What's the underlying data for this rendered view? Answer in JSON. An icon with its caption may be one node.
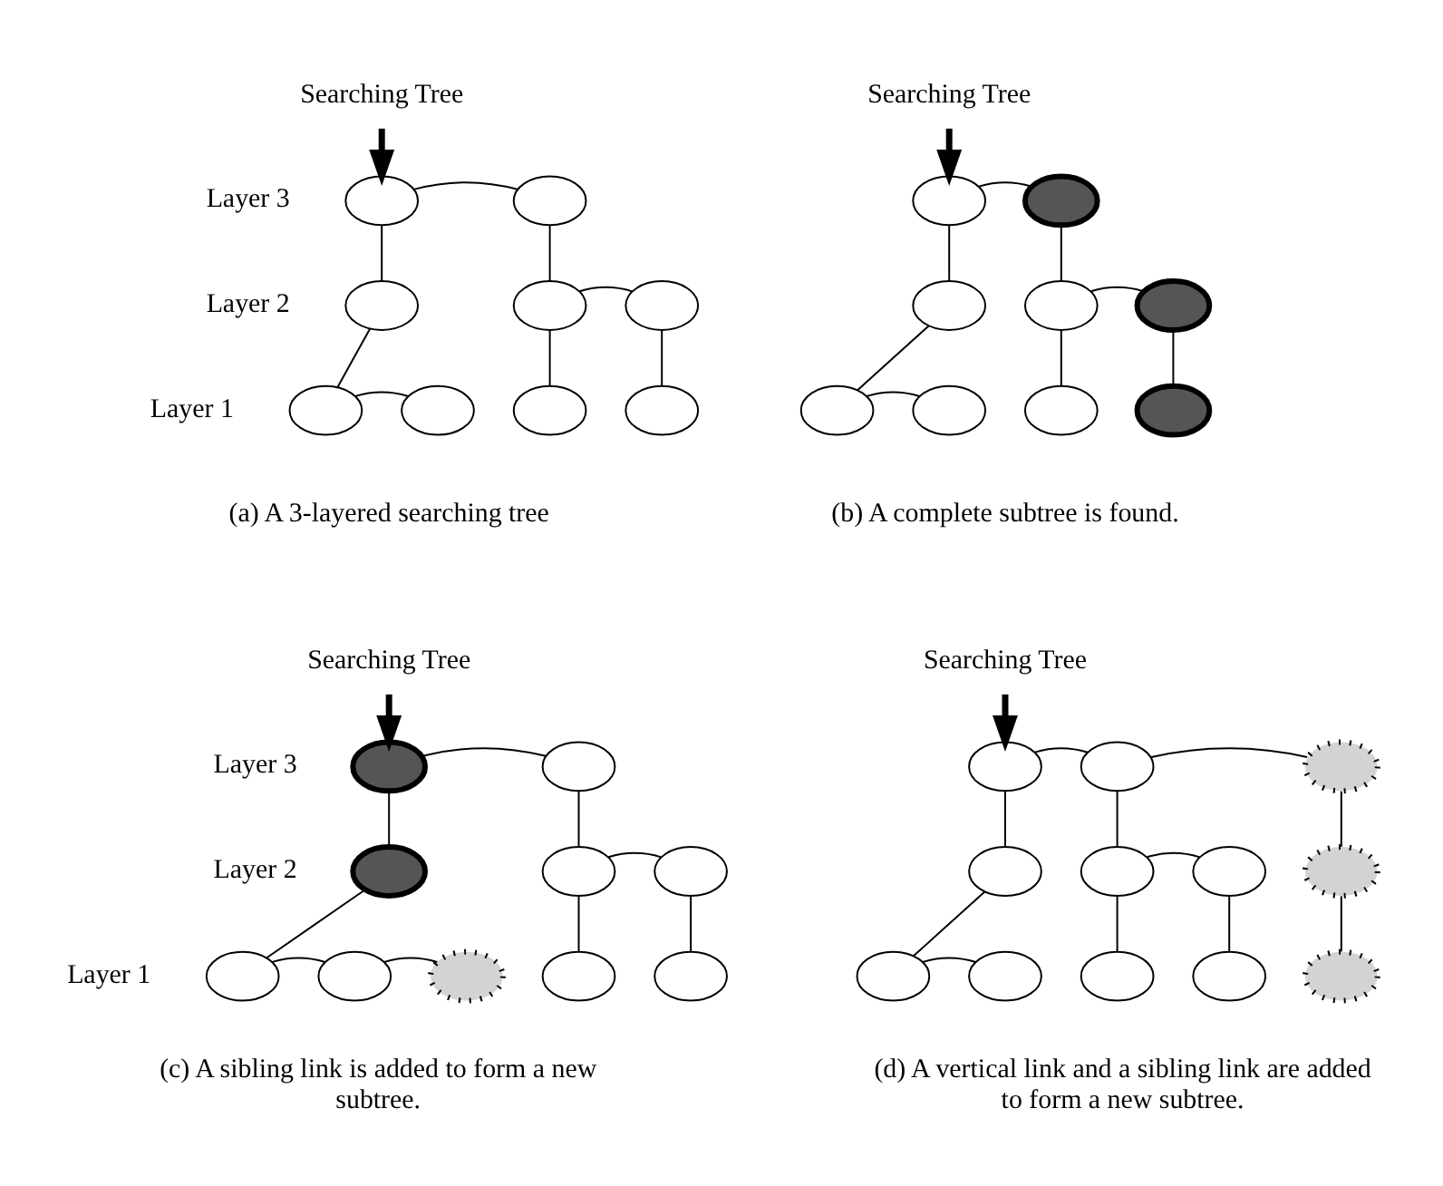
{
  "diagram": {
    "nodes": [
      {
        "text": [
          "Searching Tree"
        ]
      },
      {
        "text": [],
        "shape": "ellipse"
      },
      {
        "text": [],
        "shape": "ellipse"
      },
      {
        "text": [],
        "shape": "ellipse"
      },
      {
        "text": [],
        "shape": "ellipse"
      },
      {
        "text": [],
        "shape": "ellipse"
      },
      {
        "text": [],
        "shape": "ellipse"
      },
      {
        "text": [],
        "shape": "ellipse"
      },
      {
        "text": [],
        "shape": "ellipse"
      },
      {
        "text": [],
        "shape": "ellipse"
      },
      {
        "text": [
          "Searching Tree"
        ]
      },
      {
        "text": [],
        "shape": "ellipse"
      },
      {
        "text": [],
        "shape": "ellipse"
      },
      {
        "text": [],
        "shape": "ellipse"
      },
      {
        "text": [],
        "shape": "ellipse"
      },
      {
        "text": [],
        "shape": "ellipse"
      },
      {
        "text": [],
        "shape": "ellipse"
      },
      {
        "text": [],
        "shape": "ellipse"
      },
      {
        "text": [],
        "shape": "ellipse"
      },
      {
        "text": [],
        "shape": "ellipse"
      },
      {
        "text": [
          "Searching Tree"
        ]
      },
      {
        "text": [],
        "shape": "ellipse"
      },
      {
        "text": [],
        "shape": "ellipse"
      },
      {
        "text": [],
        "shape": "ellipse"
      },
      {
        "text": [],
        "shape": "ellipse"
      },
      {
        "text": [],
        "shape": "ellipse"
      },
      {
        "text": [],
        "shape": "ellipse"
      },
      {
        "text": [],
        "shape": "ellipse"
      },
      {
        "text": [],
        "shape": "ellipse"
      },
      {
        "text": [],
        "shape": "ellipse"
      },
      {
        "text": [],
        "shape": "ellipse"
      },
      {
        "text": [
          "Searching Tree"
        ]
      },
      {
        "text": [],
        "shape": "ellipse"
      },
      {
        "text": [],
        "shape": "ellipse"
      },
      {
        "text": [],
        "shape": "ellipse"
      },
      {
        "text": [],
        "shape": "ellipse"
      },
      {
        "text": [],
        "shape": "ellipse"
      },
      {
        "text": [],
        "shape": "ellipse"
      },
      {
        "text": [],
        "shape": "ellipse"
      },
      {
        "text": [],
        "shape": "ellipse"
      },
      {
        "text": [],
        "shape": "ellipse"
      },
      {
        "text": [],
        "shape": "ellipse"
      },
      {
        "text": [],
        "shape": "ellipse"
      },
      {
        "text": [],
        "shape": "ellipse"
      }
    ],
    "edges": [
      {
        "from": 0,
        "to": 1,
        "arrow": "to",
        "style": "thick"
      },
      {
        "from": 1,
        "to": 2,
        "arrow": "none"
      },
      {
        "from": 1,
        "to": 3,
        "arrow": "none"
      },
      {
        "from": 3,
        "to": 6,
        "arrow": "none"
      },
      {
        "from": 6,
        "to": 7,
        "arrow": "none"
      },
      {
        "from": 2,
        "to": 4,
        "arrow": "none"
      },
      {
        "from": 4,
        "to": 5,
        "arrow": "none"
      },
      {
        "from": 4,
        "to": 8,
        "arrow": "none"
      },
      {
        "from": 5,
        "to": 9,
        "arrow": "none"
      },
      {
        "from": 10,
        "to": 11,
        "arrow": "to",
        "style": "thick"
      },
      {
        "from": 11,
        "to": 12,
        "arrow": "none"
      },
      {
        "from": 11,
        "to": 13,
        "arrow": "none"
      },
      {
        "from": 13,
        "to": 16,
        "arrow": "none"
      },
      {
        "from": 16,
        "to": 17,
        "arrow": "none"
      },
      {
        "from": 12,
        "to": 14,
        "arrow": "none"
      },
      {
        "from": 14,
        "to": 15,
        "arrow": "none"
      },
      {
        "from": 14,
        "to": 18,
        "arrow": "none"
      },
      {
        "from": 15,
        "to": 19,
        "arrow": "none"
      },
      {
        "from": 20,
        "to": 21,
        "arrow": "to",
        "style": "thick"
      },
      {
        "from": 21,
        "to": 22,
        "arrow": "none"
      },
      {
        "from": 21,
        "to": 23,
        "arrow": "none"
      },
      {
        "from": 23,
        "to": 26,
        "arrow": "none"
      },
      {
        "from": 26,
        "to": 27,
        "arrow": "none"
      },
      {
        "from": 27,
        "to": 28,
        "arrow": "none"
      },
      {
        "from": 22,
        "to": 24,
        "arrow": "none"
      },
      {
        "from": 24,
        "to": 25,
        "arrow": "none"
      },
      {
        "from": 24,
        "to": 29,
        "arrow": "none"
      },
      {
        "from": 25,
        "to": 30,
        "arrow": "none"
      },
      {
        "from": 31,
        "to": 32,
        "arrow": "to",
        "style": "thick"
      },
      {
        "from": 32,
        "to": 33,
        "arrow": "none"
      },
      {
        "from": 33,
        "to": 34,
        "arrow": "none"
      },
      {
        "from": 32,
        "to": 35,
        "arrow": "none"
      },
      {
        "from": 35,
        "to": 39,
        "arrow": "none"
      },
      {
        "from": 39,
        "to": 40,
        "arrow": "none"
      },
      {
        "from": 33,
        "to": 36,
        "arrow": "none"
      },
      {
        "from": 36,
        "to": 37,
        "arrow": "none"
      },
      {
        "from": 36,
        "to": 41,
        "arrow": "none"
      },
      {
        "from": 37,
        "to": 42,
        "arrow": "none"
      },
      {
        "from": 34,
        "to": 38,
        "arrow": "none"
      },
      {
        "from": 38,
        "to": 43,
        "arrow": "none"
      }
    ],
    "labels": [
      "Layer 3",
      "Layer 2",
      "Layer 1",
      "(a) A 3-layered searching tree",
      "(b) A complete subtree is found.",
      "Layer 3",
      "Layer 2",
      "Layer 1",
      "(c) A sibling link is added to form a new subtree.",
      "(d) A vertical link and a sibling link are added to form a new subtree."
    ]
  }
}
